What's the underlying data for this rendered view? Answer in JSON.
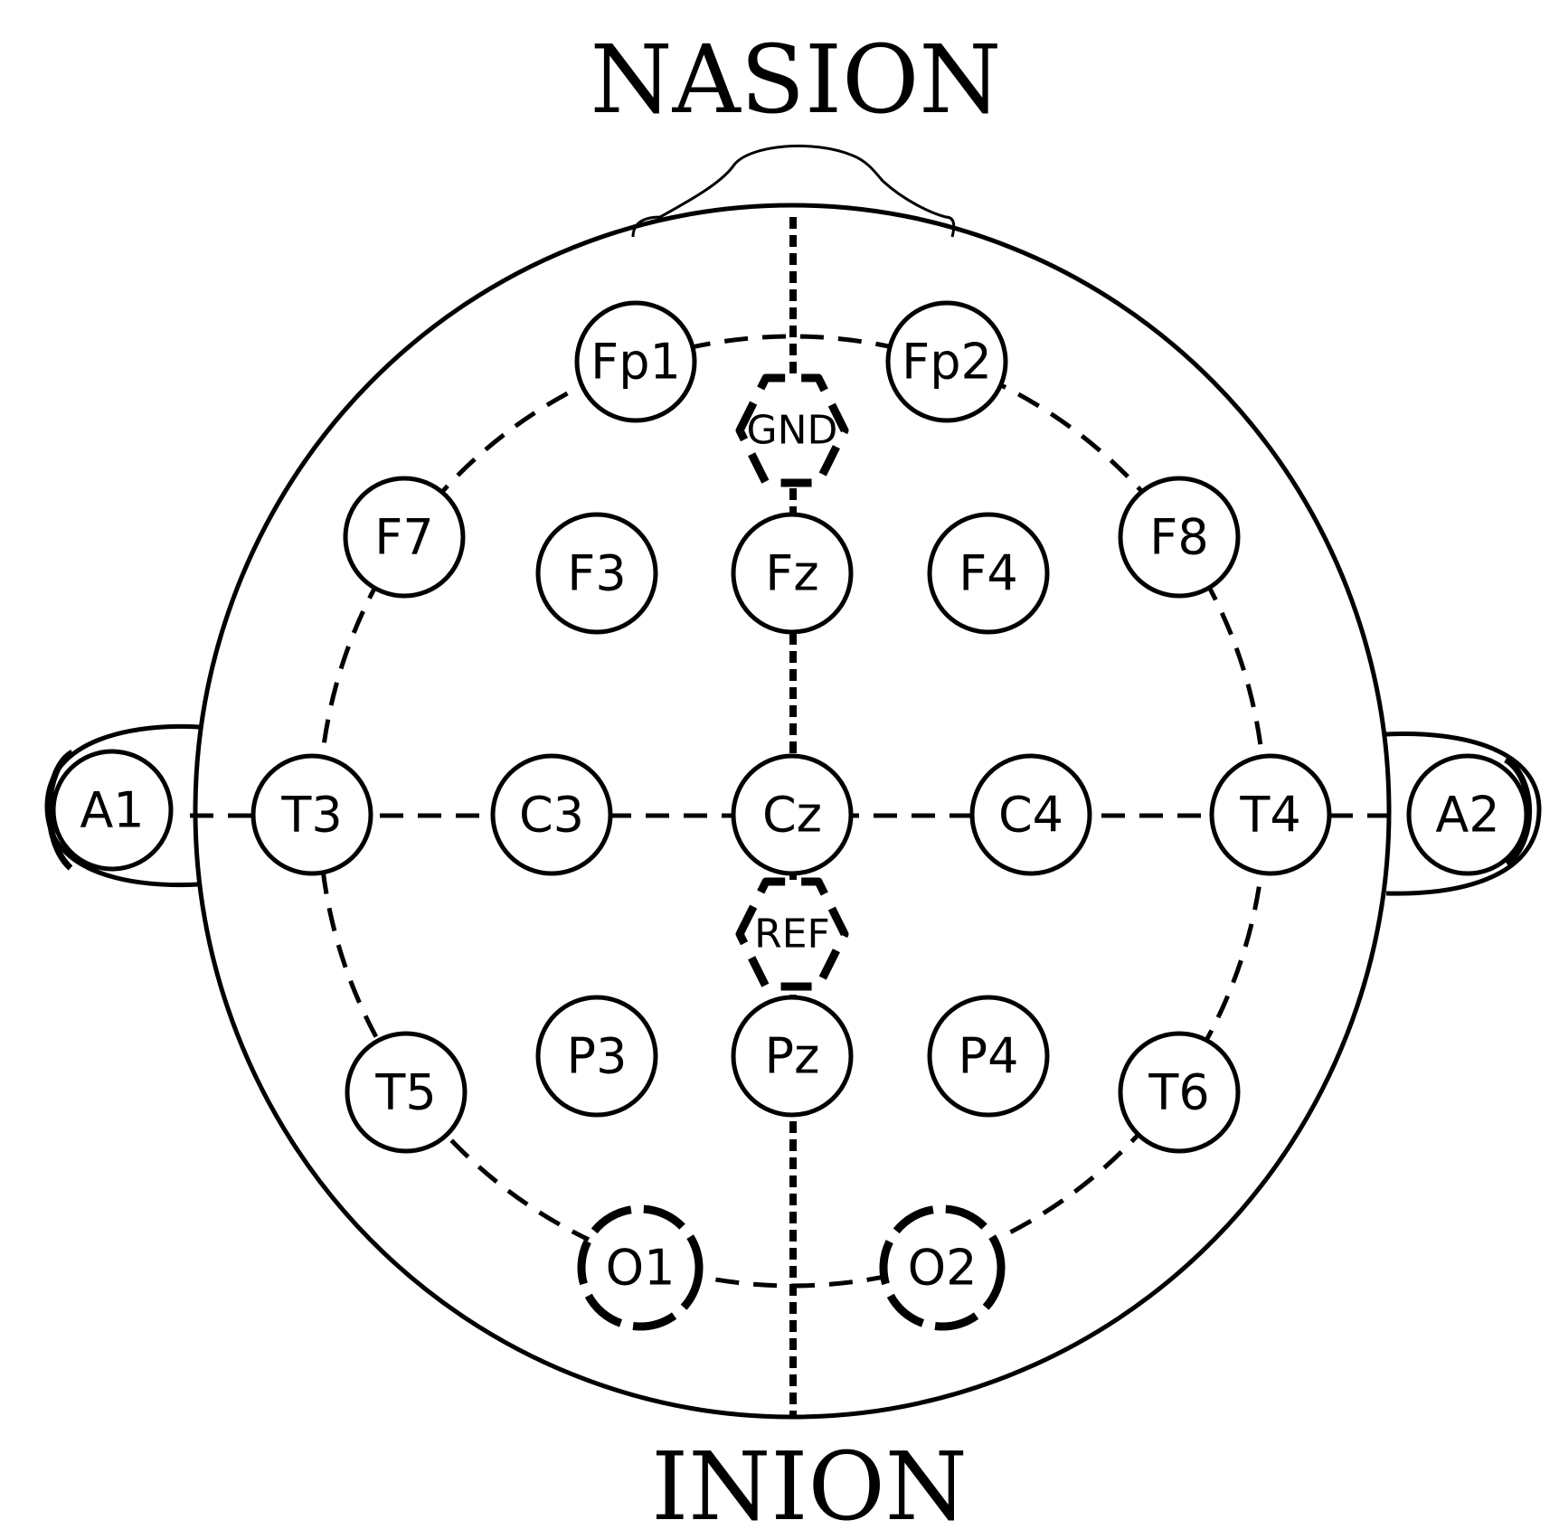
{
  "landmarks": {
    "top": "NASION",
    "bottom": "INION"
  },
  "electrodes": [
    {
      "id": "fp1",
      "label": "Fp1",
      "style": "solid"
    },
    {
      "id": "fp2",
      "label": "Fp2",
      "style": "solid"
    },
    {
      "id": "f7",
      "label": "F7",
      "style": "solid"
    },
    {
      "id": "f3",
      "label": "F3",
      "style": "solid"
    },
    {
      "id": "fz",
      "label": "Fz",
      "style": "solid"
    },
    {
      "id": "f4",
      "label": "F4",
      "style": "solid"
    },
    {
      "id": "f8",
      "label": "F8",
      "style": "solid"
    },
    {
      "id": "a1",
      "label": "A1",
      "style": "solid"
    },
    {
      "id": "t3",
      "label": "T3",
      "style": "solid"
    },
    {
      "id": "c3",
      "label": "C3",
      "style": "solid"
    },
    {
      "id": "cz",
      "label": "Cz",
      "style": "solid"
    },
    {
      "id": "c4",
      "label": "C4",
      "style": "solid"
    },
    {
      "id": "t4",
      "label": "T4",
      "style": "solid"
    },
    {
      "id": "a2",
      "label": "A2",
      "style": "solid"
    },
    {
      "id": "t5",
      "label": "T5",
      "style": "solid"
    },
    {
      "id": "p3",
      "label": "P3",
      "style": "solid"
    },
    {
      "id": "pz",
      "label": "Pz",
      "style": "solid"
    },
    {
      "id": "p4",
      "label": "P4",
      "style": "solid"
    },
    {
      "id": "t6",
      "label": "T6",
      "style": "solid"
    },
    {
      "id": "o1",
      "label": "O1",
      "style": "dashed"
    },
    {
      "id": "o2",
      "label": "O2",
      "style": "dashed"
    }
  ],
  "special_electrodes": [
    {
      "id": "gnd",
      "label": "GND",
      "style": "dashed-hexagon"
    },
    {
      "id": "ref",
      "label": "REF",
      "style": "dashed-hexagon"
    }
  ]
}
